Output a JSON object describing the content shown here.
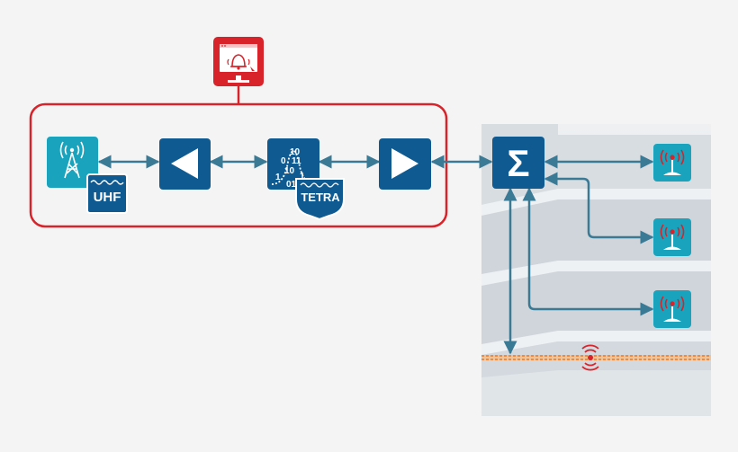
{
  "colors": {
    "background": "#f4f4f4",
    "connector": "#3a7a94",
    "block_blue": "#0f5a91",
    "antenna_teal": "#1aa3bd",
    "alert_red": "#d8232a",
    "building_gray": "#cdd3d9",
    "leaky_feeder": "#e8782a"
  },
  "alarm_monitor": {
    "icon": "monitor-alarm-bell-icon"
  },
  "system_box": {
    "icon": "rounded-rectangle-outline"
  },
  "uhf_antenna": {
    "icon": "antenna-tower-icon",
    "badge": "UHF"
  },
  "amplifier_left": {
    "icon": "triangle-left-icon"
  },
  "tetra_module": {
    "icon": "binary-bell-curve-icon",
    "badge": "TETRA",
    "binary_digits": [
      "10",
      "0",
      "11",
      "10",
      "1",
      "1",
      "01"
    ]
  },
  "amplifier_right": {
    "icon": "triangle-right-icon"
  },
  "combiner": {
    "icon": "sigma-icon",
    "symbol": "Σ"
  },
  "indoor_antennas": [
    {
      "icon": "indoor-antenna-icon"
    },
    {
      "icon": "indoor-antenna-icon"
    },
    {
      "icon": "indoor-antenna-icon"
    }
  ],
  "leaky_cable": {
    "icon": "radiating-cable-icon"
  }
}
